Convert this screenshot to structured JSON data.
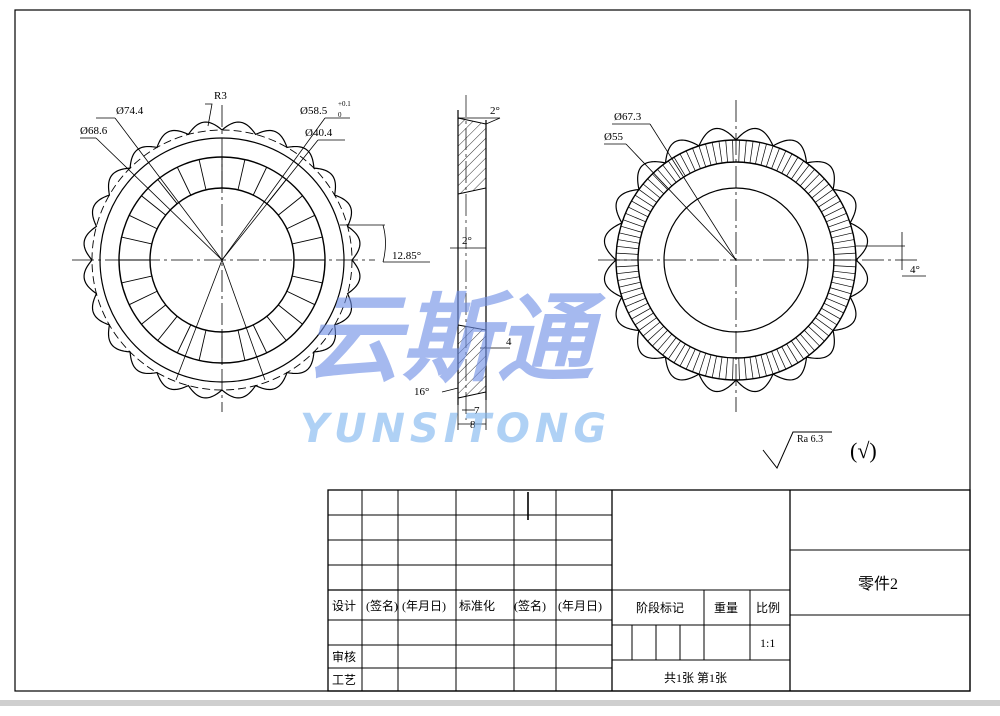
{
  "left_view": {
    "dims": {
      "r3": "R3",
      "d744": "Ø74.4",
      "d686": "Ø68.6",
      "d585": "Ø58.5",
      "d585_tol_upper": "+0.1",
      "d585_tol_lower": "0",
      "d404": "Ø40.4",
      "angle": "12.85°"
    }
  },
  "section_view": {
    "dims": {
      "top_angle": "2°",
      "mid_angle": "2°",
      "four": "4",
      "sixteen": "16°",
      "seven": "7",
      "eight": "8"
    }
  },
  "right_view": {
    "dims": {
      "d673": "Ø67.3",
      "d55": "Ø55",
      "angle": "4°"
    }
  },
  "surface": {
    "roughness": "Ra 6.3",
    "check": "(√)"
  },
  "watermark": {
    "chinese": "云斯通",
    "english": "YUNSITONG"
  },
  "title_block": {
    "labels": {
      "design": "设计",
      "sign1": "(签名)",
      "date1": "(年月日)",
      "standard": "标准化",
      "sign2": "(签名)",
      "date2": "(年月日)",
      "review": "审核",
      "process": "工艺",
      "stage": "阶段标记",
      "weight": "重量",
      "scale": "比例",
      "scale_value": "1:1",
      "sheets": "共1张  第1张"
    },
    "part_name": "零件2"
  }
}
